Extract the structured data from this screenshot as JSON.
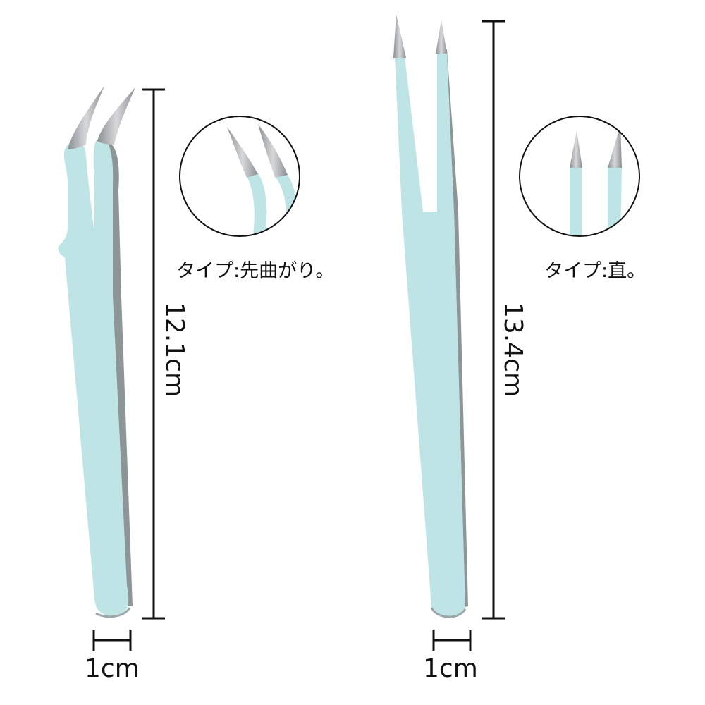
{
  "products": [
    {
      "type_label": "タイプ:先曲がり。",
      "length_label": "12.1cm",
      "width_label": "1cm"
    },
    {
      "type_label": "タイプ:直。",
      "length_label": "13.4cm",
      "width_label": "1cm"
    }
  ],
  "colors": {
    "handle": "#bfe4e5",
    "handle_shadow": "#9aa6a8",
    "tip": "#a9abad",
    "line": "#111111"
  }
}
